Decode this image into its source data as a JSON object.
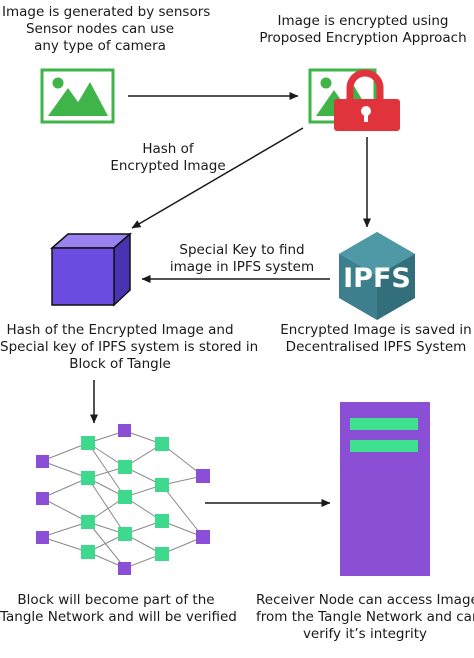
{
  "labels": {
    "sensor_capture": [
      "Image is generated by sensors",
      "Sensor nodes can use",
      "any type of camera"
    ],
    "encryption": [
      "Image is encrypted using",
      "Proposed Encryption Approach"
    ],
    "hash_of_encrypted": [
      "Hash of",
      "Encrypted Image"
    ],
    "special_key": [
      "Special Key to find",
      "image in IPFS system"
    ],
    "tangle_block": [
      "Hash of the Encrypted Image and",
      "Special key of IPFS system is stored in",
      "Block of Tangle"
    ],
    "ipfs_saved": [
      "Encrypted Image is saved in",
      "Decentralised IPFS System"
    ],
    "tangle_network": [
      "Block will become part of the",
      "Tangle Network and will be verified"
    ],
    "receiver": [
      "Receiver Node can access Image",
      "from the Tangle Network and can",
      "verify it’s integrity"
    ]
  },
  "ipfs_logo_text": "IPFS",
  "colors": {
    "image_icon": "#3fb549",
    "lock": "#e0333b",
    "cube": "#6a4de0",
    "ipfs_hex": "#3d7f8c",
    "node_square": "#8a4fd6",
    "node_transaction": "#3ed98c",
    "server": "#8b4fd6",
    "server_slot": "#3fe08e",
    "arrow": "#1a1a1a",
    "edge": "#8a8a8a"
  }
}
